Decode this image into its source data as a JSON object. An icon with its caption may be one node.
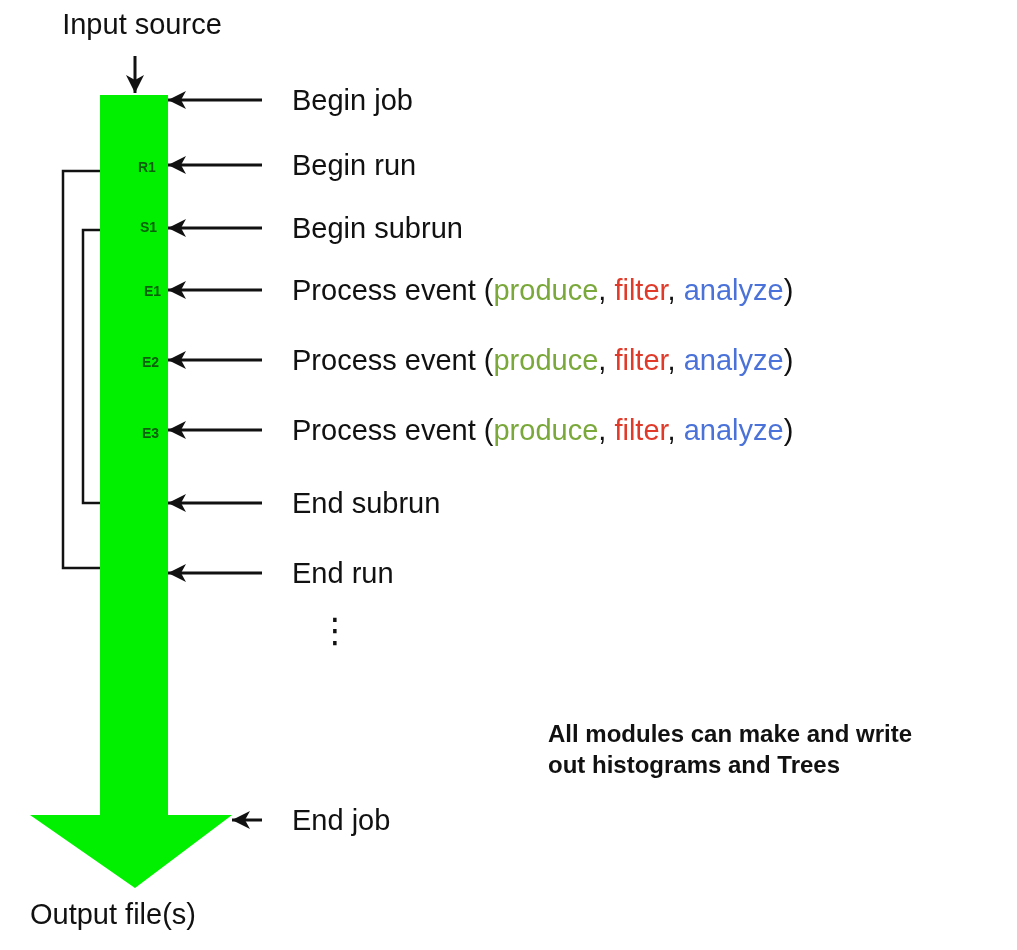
{
  "diagram": {
    "nodes": [
      {
        "text": [
          "Input source"
        ]
      },
      {
        "text": [
          "R1",
          "S1",
          "E1",
          "E2",
          "E3"
        ],
        "beside": [
          "Output file(s)"
        ]
      },
      {
        "text": [
          "Begin job"
        ]
      },
      {
        "text": [
          "Begin run"
        ]
      },
      {
        "text": [
          "Begin subrun"
        ]
      },
      {
        "text": [
          "Process event (produce, filter, analyze)"
        ]
      },
      {
        "text": [
          "Process event (produce, filter, analyze)"
        ]
      },
      {
        "text": [
          "Process event (produce, filter, analyze)"
        ]
      },
      {
        "text": [
          "End subrun"
        ]
      },
      {
        "text": [
          "End run"
        ]
      },
      {
        "text": [
          "End job"
        ]
      }
    ],
    "edges": [
      {
        "from": 0,
        "to": 1,
        "arrow": "to"
      },
      {
        "from": 2,
        "to": 1,
        "arrow": "to"
      },
      {
        "from": 3,
        "to": 1,
        "arrow": "to"
      },
      {
        "from": 4,
        "to": 1,
        "arrow": "to"
      },
      {
        "from": 5,
        "to": 1,
        "arrow": "to"
      },
      {
        "from": 6,
        "to": 1,
        "arrow": "to"
      },
      {
        "from": 7,
        "to": 1,
        "arrow": "to"
      },
      {
        "from": 8,
        "to": 1,
        "arrow": "to"
      },
      {
        "from": 9,
        "to": 1,
        "arrow": "to"
      },
      {
        "from": 10,
        "to": 1,
        "arrow": "to"
      }
    ],
    "labels": [
      "⋮",
      "All modules can make and write out histograms and Trees"
    ]
  }
}
